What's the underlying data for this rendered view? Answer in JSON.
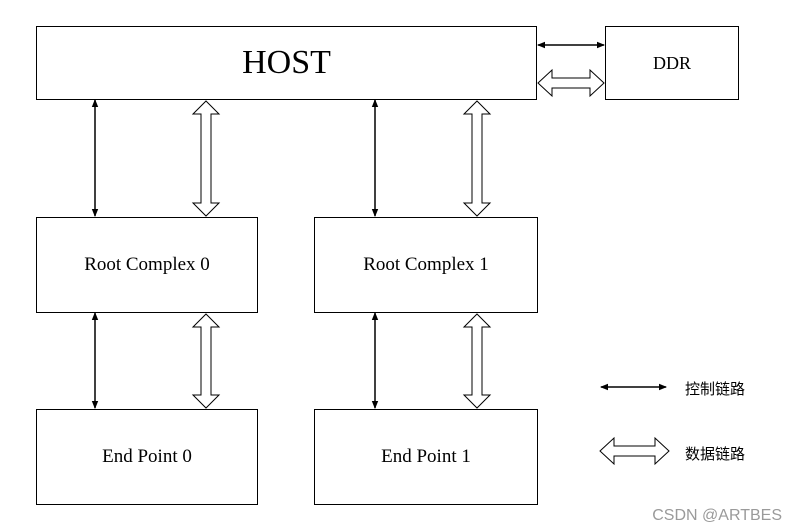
{
  "nodes": {
    "host": "HOST",
    "ddr": "DDR",
    "root_complex_0": "Root Complex 0",
    "root_complex_1": "Root Complex 1",
    "end_point_0": "End Point 0",
    "end_point_1": "End Point 1"
  },
  "legend": {
    "control_link": "控制链路",
    "data_link": "数据链路"
  },
  "watermark": "CSDN @ARTBES",
  "colors": {
    "line": "#000000",
    "background": "#ffffff",
    "watermark": "#9a9a9a"
  }
}
